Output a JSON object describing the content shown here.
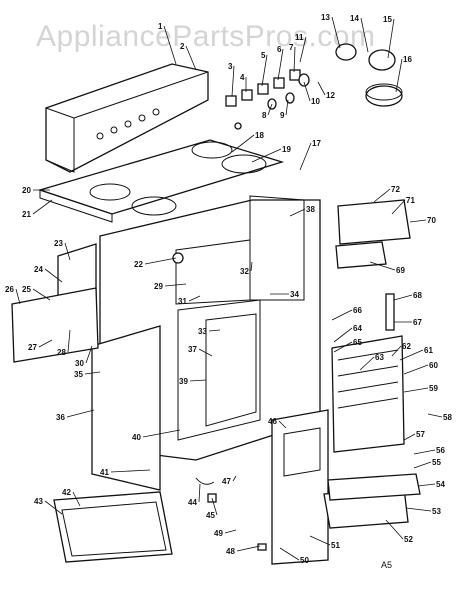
{
  "watermark": "AppliancePartsPros.com",
  "drawing_code": "A5",
  "callouts": [
    "1",
    "2",
    "3",
    "4",
    "5",
    "6",
    "7",
    "8",
    "9",
    "10",
    "11",
    "12",
    "13",
    "14",
    "15",
    "16",
    "17",
    "18",
    "19",
    "20",
    "21",
    "22",
    "23",
    "24",
    "25",
    "26",
    "27",
    "28",
    "29",
    "30",
    "31",
    "32",
    "33",
    "34",
    "35",
    "36",
    "37",
    "38",
    "39",
    "40",
    "41",
    "42",
    "43",
    "44",
    "45",
    "46",
    "47",
    "48",
    "49",
    "50",
    "51",
    "52",
    "53",
    "54",
    "55",
    "56",
    "57",
    "58",
    "59",
    "60",
    "61",
    "62",
    "63",
    "64",
    "65",
    "66",
    "67",
    "68",
    "69",
    "70",
    "71",
    "72"
  ]
}
